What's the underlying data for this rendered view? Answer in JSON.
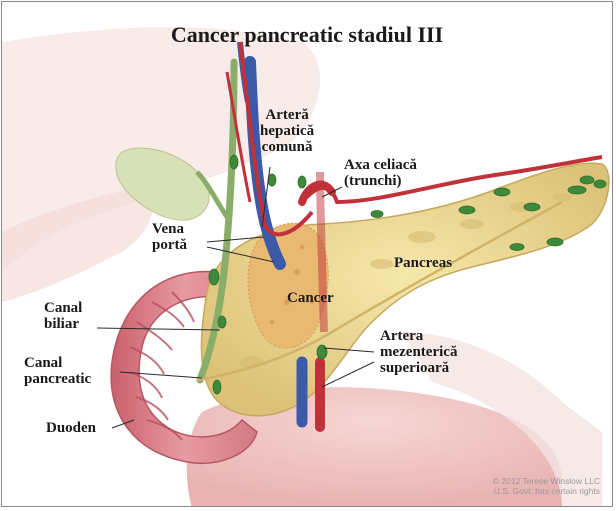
{
  "title": "Cancer pancreatic stadiul III",
  "labels": {
    "artera_hepatica": [
      "Arteră",
      "hepatică",
      "comună"
    ],
    "axa_celiaca": [
      "Axa celiacă",
      "(trunchi)"
    ],
    "vena_porta": [
      "Vena",
      "portă"
    ],
    "pancreas": "Pancreas",
    "cancer": "Cancer",
    "canal_biliar": [
      "Canal",
      "biliar"
    ],
    "canal_pancreatic": [
      "Canal",
      "pancreatic"
    ],
    "artera_mezenterica": [
      "Artera",
      "mezenterică",
      "superioară"
    ],
    "duoden": "Duoden"
  },
  "copyright": [
    "© 2012 Terese Winslow LLC",
    "U.S. Govt. has certain rights"
  ],
  "colors": {
    "pancreas": "#ecd98f",
    "duodenum": "#d9808a",
    "artery": "#c0313a",
    "vein": "#3b5aa8",
    "bile": "#7aa060",
    "tumor": "#e6b56e",
    "node": "#3f8a3a"
  }
}
